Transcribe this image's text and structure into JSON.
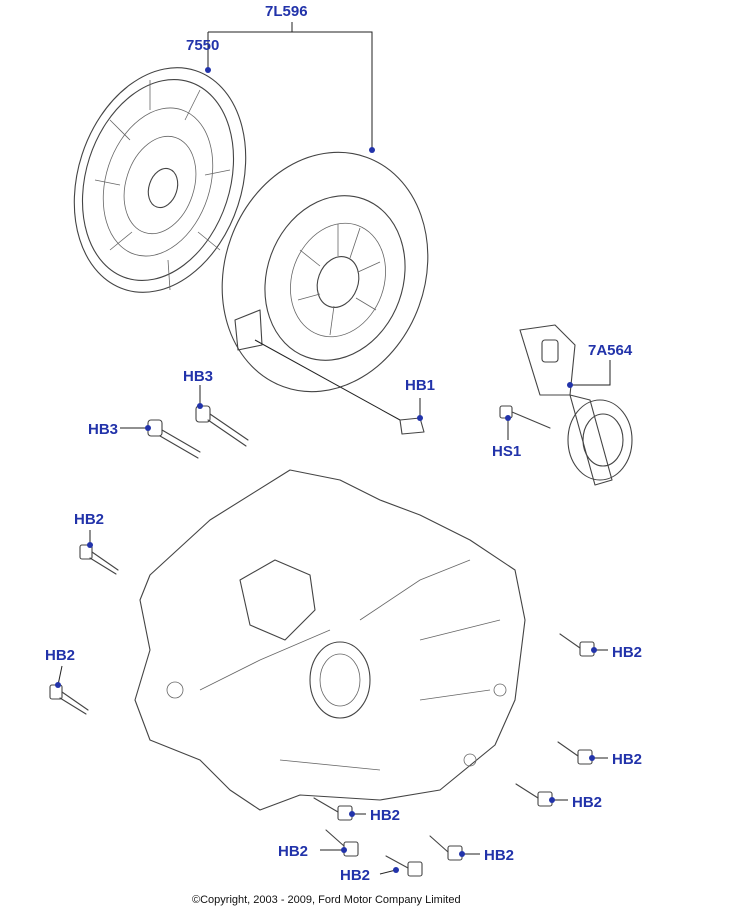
{
  "labels": {
    "assembly": "7L596",
    "disc": "7550",
    "bearing": "7A564",
    "hb1": "HB1",
    "hb3_a": "HB3",
    "hb3_b": "HB3",
    "hs1": "HS1",
    "hb2_a": "HB2",
    "hb2_b": "HB2",
    "hb2_c": "HB2",
    "hb2_d": "HB2",
    "hb2_e": "HB2",
    "hb2_f": "HB2",
    "hb2_g": "HB2",
    "hb2_h": "HB2",
    "hb2_i": "HB2"
  },
  "footer": {
    "copyright": "©Copyright, 2003 - 2009, Ford Motor Company Limited"
  },
  "colors": {
    "label": "#2233aa",
    "line": "#444444"
  }
}
